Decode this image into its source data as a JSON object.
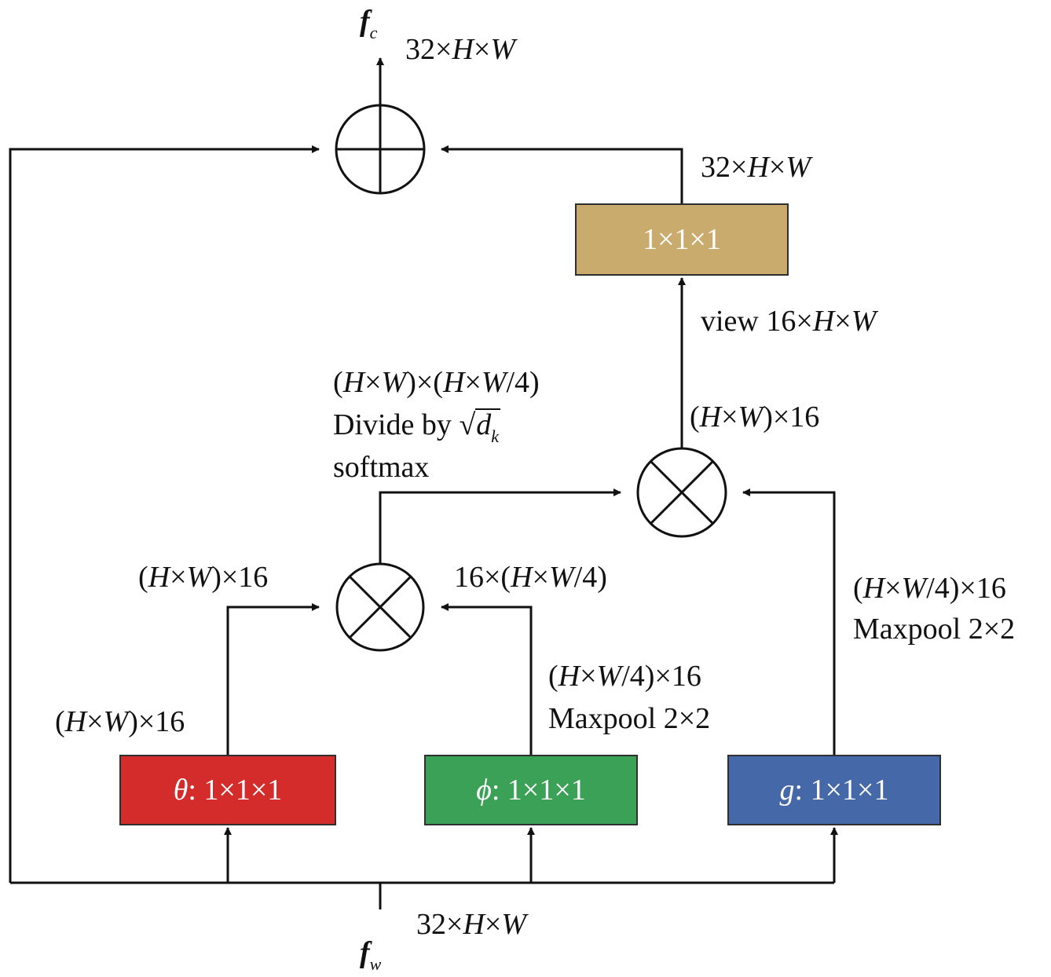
{
  "colors": {
    "theta_box": "#d42b2b",
    "phi_box": "#3aa157",
    "g_box": "#4569a8",
    "out_box": "#c9ac6d",
    "line": "#111111"
  },
  "operators": {
    "add": "circle-plus-icon",
    "multiply": "circle-times-icon"
  },
  "output": {
    "symbol": "f",
    "subscript": "c",
    "shape": {
      "a": "32×",
      "b": "H",
      "c": "×",
      "d": "W"
    }
  },
  "input": {
    "symbol": "f",
    "subscript": "w",
    "shape": {
      "a": "32×",
      "b": "H",
      "c": "×",
      "d": "W"
    }
  },
  "boxes": {
    "theta": {
      "sym": "θ",
      "rest": ": 1×1×1"
    },
    "phi": {
      "sym": "ϕ",
      "rest": ": 1×1×1"
    },
    "g": {
      "sym": "g",
      "rest": ": 1×1×1"
    },
    "out": {
      "text": "1×1×1"
    }
  },
  "labels": {
    "out_box_top": {
      "a": "32×",
      "b": "H",
      "c": "×",
      "d": "W"
    },
    "view": {
      "a": "view 16×",
      "b": "H",
      "c": "×",
      "d": "W"
    },
    "attn_shape": {
      "a": "(",
      "b": "H",
      "c": "×",
      "d": "W",
      "e": ")×(",
      "f": "H",
      "g": "×",
      "h": "W",
      "j": "/4)"
    },
    "divide": {
      "text": "Divide by ",
      "sym": "d",
      "sub": "k"
    },
    "softmax": "softmax",
    "mult2_out": {
      "a": "(",
      "b": "H",
      "c": "×",
      "d": "W",
      "e": ")×16"
    },
    "theta_mult": {
      "a": "(",
      "b": "H",
      "c": "×",
      "d": "W",
      "e": ")×16"
    },
    "phi_mult": {
      "a": "16×(",
      "b": "H",
      "c": "×",
      "d": "W",
      "e": "/4)"
    },
    "theta_out": {
      "a": "(",
      "b": "H",
      "c": "×",
      "d": "W",
      "e": ")×16"
    },
    "phi_out": {
      "a": "(",
      "b": "H",
      "c": "×",
      "d": "W",
      "e": "/4)×16"
    },
    "phi_pool": "Maxpool 2×2",
    "g_out": {
      "a": "(",
      "b": "H",
      "c": "×",
      "d": "W",
      "e": "/4)×16"
    },
    "g_pool": "Maxpool 2×2"
  }
}
